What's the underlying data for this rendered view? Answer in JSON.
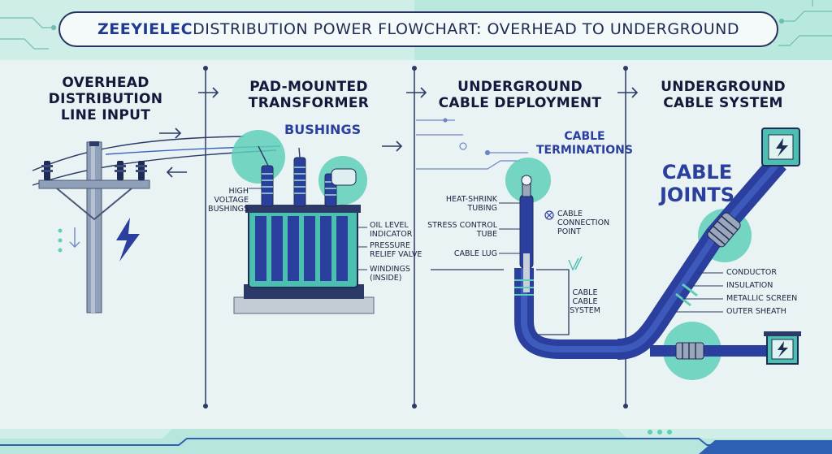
{
  "title": {
    "brand": "ZEEYIELEC",
    "text": " DISTRIBUTION POWER FLOWCHART: OVERHEAD TO UNDERGROUND"
  },
  "stages": [
    {
      "line1": "OVERHEAD",
      "line2": "DISTRIBUTION",
      "line3": "LINE INPUT"
    },
    {
      "line1": "PAD-MOUNTED",
      "line2": "TRANSFORMER"
    },
    {
      "line1": "UNDERGROUND",
      "line2": "CABLE DEPLOYMENT"
    },
    {
      "line1": "UNDERGROUND",
      "line2": "CABLE SYSTEM"
    }
  ],
  "transformer": {
    "bushings": "BUSHINGS",
    "hv_bushings": [
      "HIGH",
      "VOLTAGE",
      "BUSHINGS"
    ],
    "oil_level": [
      "OIL LEVEL",
      "INDICATOR"
    ],
    "pressure_relief": [
      "PRESSURE",
      "RELIEF VALVE"
    ],
    "windings": [
      "WINDINGS",
      "(INSIDE)"
    ]
  },
  "deployment": {
    "cable_terminations": [
      "CABLE",
      "TERMINATIONS"
    ],
    "heat_shrink": [
      "HEAT-SHRINK",
      "TUBING"
    ],
    "stress_control": [
      "STRESS CONTROL",
      "TUBE"
    ],
    "cable_lug": "CABLE LUG",
    "connection_point": [
      "CABLE",
      "CONNECTION",
      "POINT"
    ],
    "trench_label": [
      "CABLE",
      "CABLE",
      "SYSTEM"
    ]
  },
  "system": {
    "cable_joints": [
      "CABLE",
      "JOINTS"
    ],
    "layers": [
      "CONDUCTOR",
      "INSULATION",
      "METALLIC SCREEN",
      "OUTER SHEATH"
    ]
  },
  "colors": {
    "navy": "#1e2b52",
    "accent_blue": "#2a3f9e",
    "teal": "#5fcfb8",
    "teal_light": "#9fe0d2",
    "background": "#e9f3f3"
  },
  "icons": [
    "lightning-icon",
    "arrow-right-icon",
    "arrow-left-icon",
    "arrow-down-icon"
  ]
}
